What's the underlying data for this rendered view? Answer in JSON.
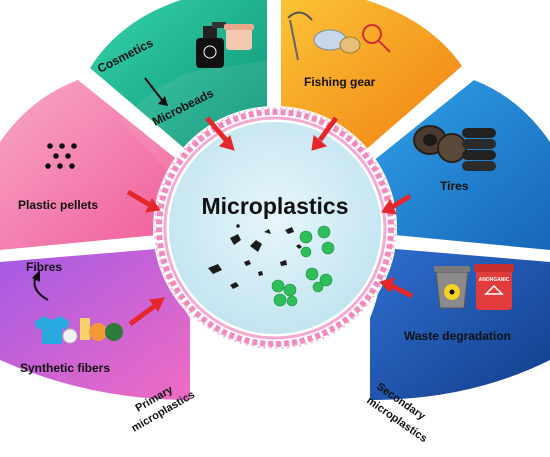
{
  "center": {
    "title": "Microplastics"
  },
  "segments": [
    {
      "key": "cosmetics",
      "label_top": "Cosmetics",
      "label_bottom": "Microbeads",
      "color": "#1fb894"
    },
    {
      "key": "fishing",
      "label": "Fishing gear",
      "color": "#f7a21b"
    },
    {
      "key": "pellets",
      "label": "Plastic pellets",
      "color": "#f06aa3"
    },
    {
      "key": "tires",
      "label": "Tires",
      "color": "#1e78c9"
    },
    {
      "key": "fibers",
      "label_top": "Fibres",
      "label_bottom": "Synthetic fibers",
      "color": "#c04fd0"
    },
    {
      "key": "waste",
      "label": "Waste degradation",
      "color": "#1d4fa3"
    }
  ],
  "categories": {
    "primary_line1": "Primary",
    "primary_line2": "microplastics",
    "secondary_line1": "Secondary",
    "secondary_line2": "microplastics"
  },
  "icons": {
    "bin_label": "ANORGANIC"
  }
}
